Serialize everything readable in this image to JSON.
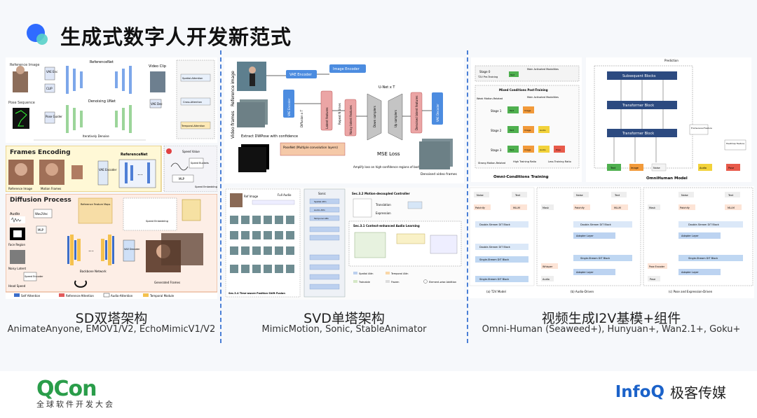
{
  "slide": {
    "title": "生成式数字人开发新范式"
  },
  "columns": [
    {
      "caption_title": "SD双塔架构",
      "caption_sub": "AnimateAnyone, EMOV1/V2, EchoMimicV1/V2",
      "fig_top": {
        "labels": [
          "Reference Image",
          "Pose Sequence",
          "ReferenceNet",
          "Denoising UNet",
          "Video Clip",
          "VAE Enc",
          "CLIP",
          "Pose Guider",
          "VAE Dec",
          "Iteratively Denoise",
          "Spatial-Attention",
          "Cross-Attention",
          "Temporal-Attention",
          "Denoising UNet",
          "ReferenceNet"
        ]
      },
      "fig_mid": {
        "section": "Frames Encoding",
        "labels": [
          "ReferenceNet",
          "VAE Encoder",
          "Reference Image",
          "Motion Frames",
          "Speed Buckets",
          "MLP",
          "Speed Embedding",
          "Speed Value"
        ]
      },
      "fig_bottom": {
        "section": "Diffusion Process",
        "labels": [
          "Audio",
          "Wav2Vec",
          "MLP",
          "Face Region",
          "Noisy Latent",
          "Head Speed",
          "Speed Encoder",
          "Backbone Network",
          "VAE Decoder",
          "Generated Frames",
          "Reference Feature Maps",
          "Speed Embedding"
        ],
        "legend": [
          "Self Attention",
          "Reference-Attention",
          "Audio-Attention",
          "Temporal Module"
        ]
      }
    },
    {
      "caption_title": "SVD单塔架构",
      "caption_sub": "MimicMotion, Sonic, StableAnimator",
      "fig_top": {
        "labels": [
          "Reference image",
          "Video frames",
          "VAE Encoder",
          "Image Encoder",
          "Diffusion x T",
          "Repeat N times",
          "Latent features",
          "Noisy latent features",
          "Down samplers",
          "U-Net x T",
          "Up samplers",
          "Denoised latent features",
          "VAE Decoder",
          "Extract DWPose with confidence",
          "PoseNet (Multiple convolution layers)",
          "MSE Loss",
          "Amplify loss on high-confidence regions of body parts",
          "Denoised video frames"
        ]
      },
      "fig_bottom": {
        "labels": [
          "Full Audio",
          "Ref Image",
          "Sec.3.4 Time-aware Position Shift Fusion",
          "Sonic",
          "Sec.3.2 Motion-decoupled Controller",
          "Sec.3.1 Context-enhanced Audio Learning",
          "Translation",
          "Expression",
          "Audio Attn",
          "Spatial Attn",
          "Temporal Attn",
          "Trainable",
          "Frozen",
          "Element-wise Addition"
        ]
      }
    },
    {
      "caption_title": "视频生成I2V基模+组件",
      "caption_sub": "Omni-Human (Seaweed+), Hunyuan+, Wan2.1+, Goku+",
      "fig_top_left": {
        "title": "Omni-Conditions Training",
        "labels": [
          "Stage 0",
          "T2V Pre-Training",
          "Main Activated Modalities",
          "Mixed Conditions Post-Training",
          "Weak Motion-Related",
          "Stage 1",
          "Stage 2",
          "Stage 3",
          "Strong Motion-Related",
          "High Training Ratio",
          "Less Training Ratio",
          "Text",
          "Image",
          "Audio",
          "Pose"
        ]
      },
      "fig_top_right": {
        "title": "OmniHuman Model",
        "labels": [
          "Prediction",
          "Subsequent Blocks",
          "Transformer Block",
          "Transformer Block",
          "Frame-level Feature",
          "Heatmap Feature",
          "Text",
          "Image",
          "Noise",
          "Audio",
          "Pose"
        ]
      },
      "fig_bottom": {
        "panels": [
          "(a) T2V Model",
          "(b) Audio-Driven",
          "(c) Pose and Expression-Driven"
        ],
        "labels": [
          "Noise",
          "Text",
          "Patchify",
          "MLLM",
          "Double-Stream DiT Block",
          "Single-Stream DiT Block",
          "Adapter Layer",
          "Whisper",
          "Audio",
          "Mask",
          "Pose Encoder",
          "Pose"
        ]
      }
    }
  ],
  "footer": {
    "qcon_word": "QCon",
    "qcon_sub": "全球软件开发大会",
    "infoq_word": "InfoQ",
    "infoq_cn": "极客传媒"
  },
  "colors": {
    "accent": "#2f6bff",
    "teal": "#59d0c9",
    "separator": "#4a7fd6",
    "qcon_green": "#2a9d4a",
    "infoq_blue": "#1b62c9"
  }
}
